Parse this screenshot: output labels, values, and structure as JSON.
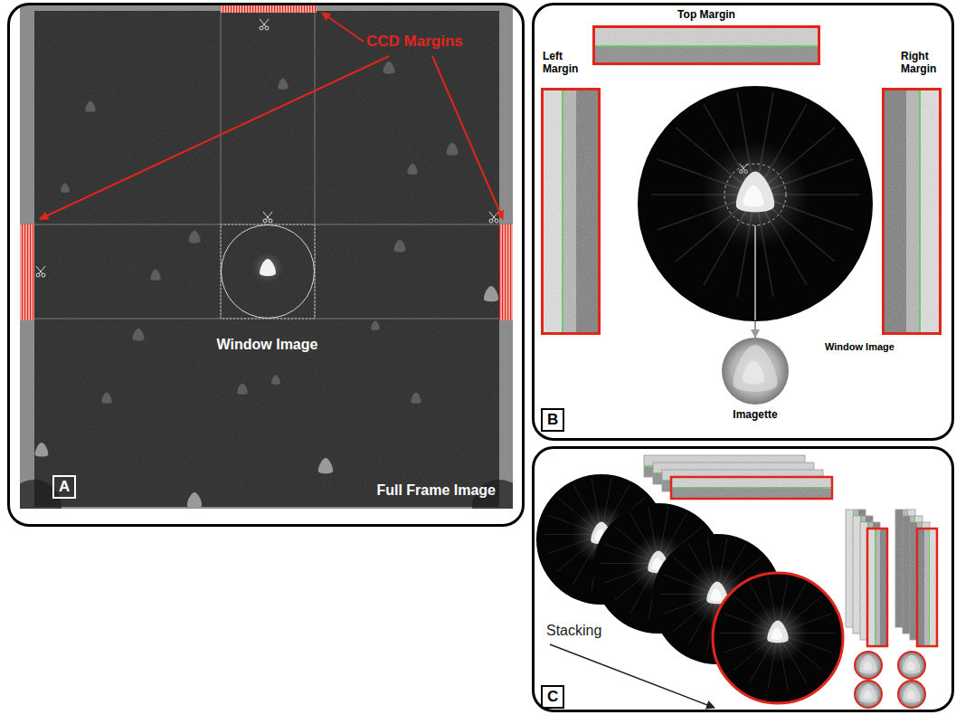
{
  "diagram": {
    "nodes": [
      {
        "text": [
          "A",
          "Full Frame Image"
        ]
      },
      {
        "text": [
          "Window Image"
        ],
        "in": 0
      },
      {
        "text": [
          "B"
        ]
      },
      {
        "text": [
          "Top Margin"
        ],
        "in": 2
      },
      {
        "text": [
          "Left Margin"
        ],
        "in": 2
      },
      {
        "text": [
          "Right Margin"
        ],
        "in": 2
      },
      {
        "text": [
          "Window Image"
        ],
        "in": 2
      },
      {
        "text": [
          "Imagette"
        ],
        "in": 2
      },
      {
        "text": [
          "C",
          "Stacking"
        ]
      }
    ],
    "edges": [
      {
        "from": 6,
        "to": 7,
        "arrow": "to"
      }
    ],
    "labels": [
      "CCD Margins"
    ]
  }
}
